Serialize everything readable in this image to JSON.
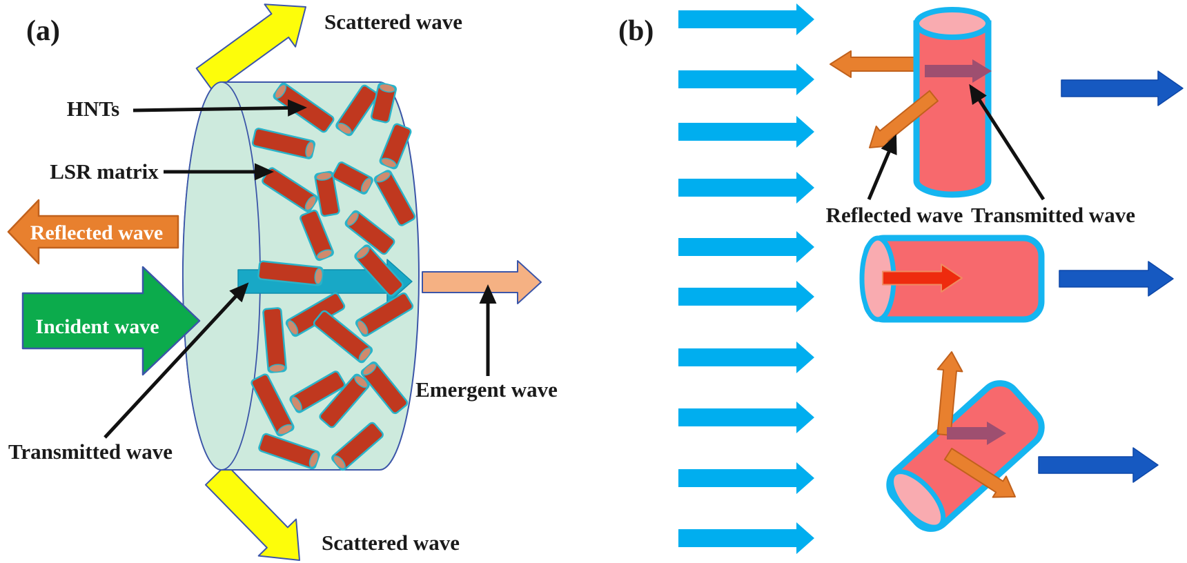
{
  "figure": {
    "panel_a": {
      "tag": "(a)",
      "labels": {
        "hnts": "HNTs",
        "lsr_matrix": "LSR matrix",
        "reflected_wave": "Reflected wave",
        "incident_wave": "Incident wave",
        "transmitted_wave": "Transmitted wave",
        "emergent_wave": "Emergent wave",
        "scattered_wave_top": "Scattered wave",
        "scattered_wave_bottom": "Scattered wave"
      },
      "hnt_rod_count": 23
    },
    "panel_b": {
      "tag": "(b)",
      "labels": {
        "reflected_wave": "Reflected wave",
        "transmitted_wave": "Transmitted wave"
      },
      "incident_arrow_count": 10,
      "emergent_arrow_count": 3,
      "cylinder_orientations": [
        "vertical",
        "horizontal",
        "tilted"
      ]
    },
    "colors": {
      "background": "#ffffff",
      "matrix_fill": "#cdeadd",
      "outline_navy": "#3b55a8",
      "hnt_fill": "#c0381f",
      "hnt_stroke": "#2ab3c9",
      "hnt_cap": "#cf8a6d",
      "scattered_yellow": "#fdfd0a",
      "reflected_orange": "#e8802e",
      "orange_stroke": "#c1611c",
      "incident_green": "#0cab4c",
      "transmitted_teal": "#18a8c6",
      "teal_stroke": "#0f8dab",
      "emergent_peach": "#f5b183",
      "incident_sky": "#00aeef",
      "emergent_blue": "#1659c1",
      "emergent_blue_stroke": "#0d47a8",
      "nanotube_fill": "#f7696d",
      "nanotube_face": "#f9abb0",
      "nanotube_stroke": "#15b5f0",
      "inner_transmitted_purple": "#9e4f70",
      "inner_transmitted_red": "#ee2b0e",
      "inner_red_stroke": "#f08a60",
      "annotation_black": "#111111",
      "label_text": "#1a1a1a",
      "arrow_text": "#ffffff"
    }
  }
}
